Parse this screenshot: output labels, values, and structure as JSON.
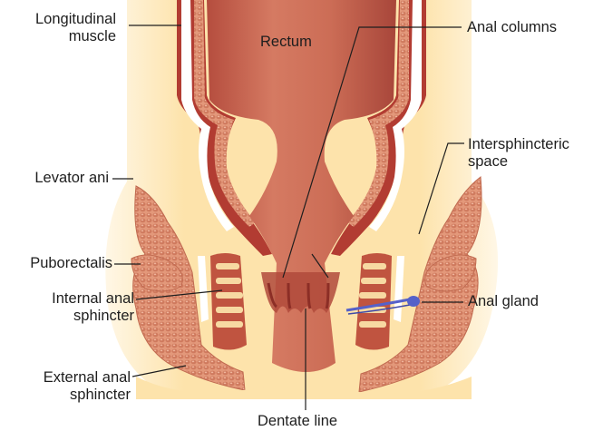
{
  "labels": {
    "longitudinal_muscle": [
      "Longitudinal",
      "muscle"
    ],
    "levator_ani": "Levator ani",
    "puborectalis": "Puborectalis",
    "internal_anal_sphincter": [
      "Internal anal",
      "sphincter"
    ],
    "external_anal_sphincter": [
      "External anal",
      "sphincter"
    ],
    "rectum": "Rectum",
    "anal_columns": "Anal columns",
    "intersphincteric_space": [
      "Intersphincteric",
      "space"
    ],
    "anal_gland": "Anal gland",
    "dentate_line": "Dentate line"
  },
  "colors": {
    "background": "#fde3ab",
    "lumen": "#c9644f",
    "muscle_fill": "#dd8c6e",
    "muscle_dark": "#a83a30",
    "leader_line": "#1e1e1e",
    "gland": "#5561c9"
  }
}
